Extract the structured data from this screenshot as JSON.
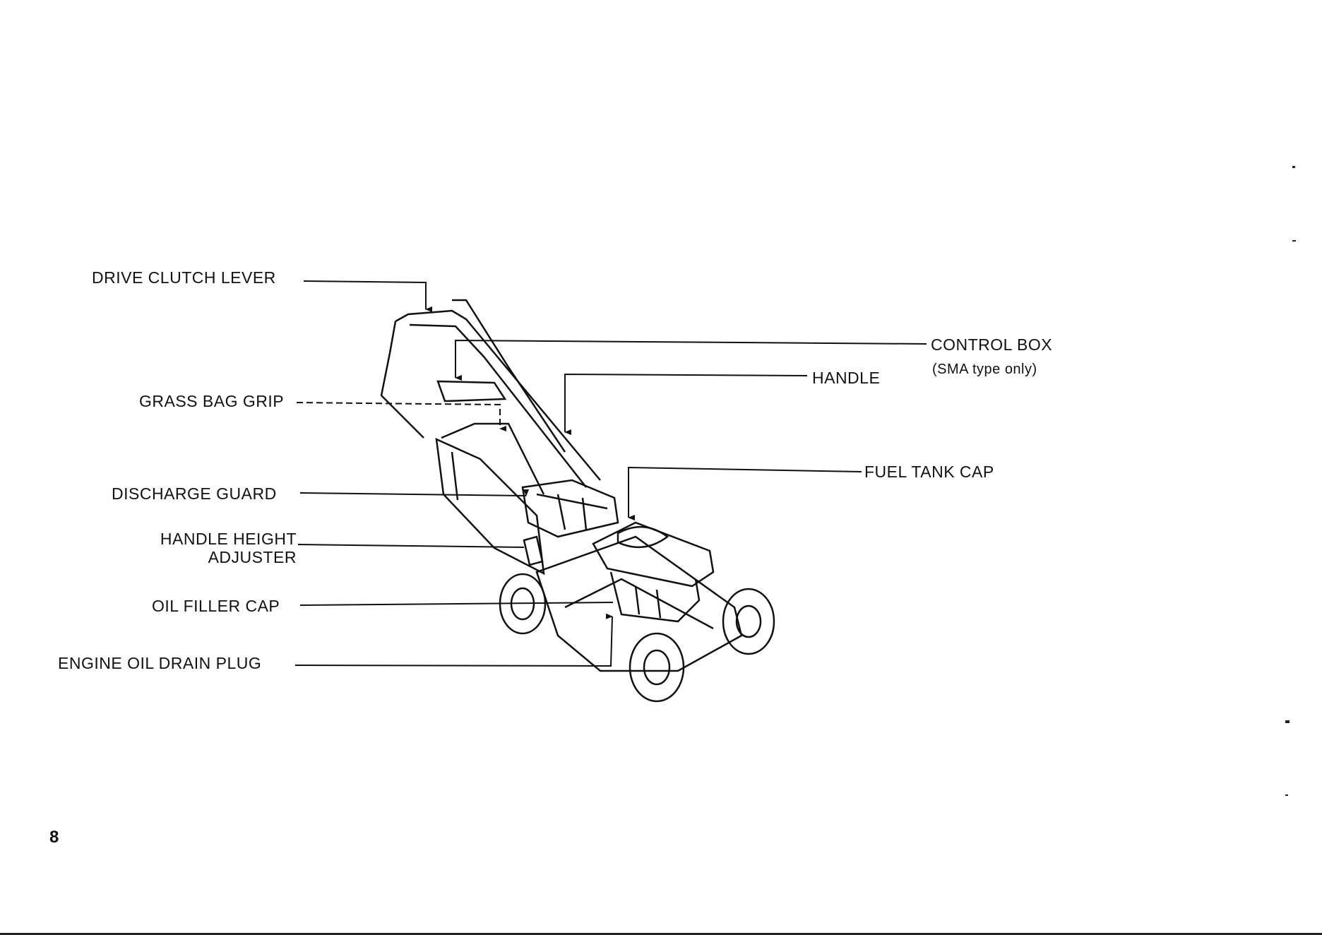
{
  "callouts": {
    "drive_clutch_lever": "DRIVE CLUTCH LEVER",
    "grass_bag_grip": "GRASS BAG GRIP",
    "discharge_guard": "DISCHARGE GUARD",
    "handle_height_adjuster_line1": "HANDLE HEIGHT",
    "handle_height_adjuster_line2": "ADJUSTER",
    "oil_filler_cap": "OIL FILLER CAP",
    "engine_oil_drain_plug": "ENGINE OIL DRAIN PLUG",
    "control_box": "CONTROL BOX",
    "control_box_note": "(SMA type only)",
    "handle": "HANDLE",
    "fuel_tank_cap": "FUEL TANK CAP"
  },
  "page_number": "8"
}
